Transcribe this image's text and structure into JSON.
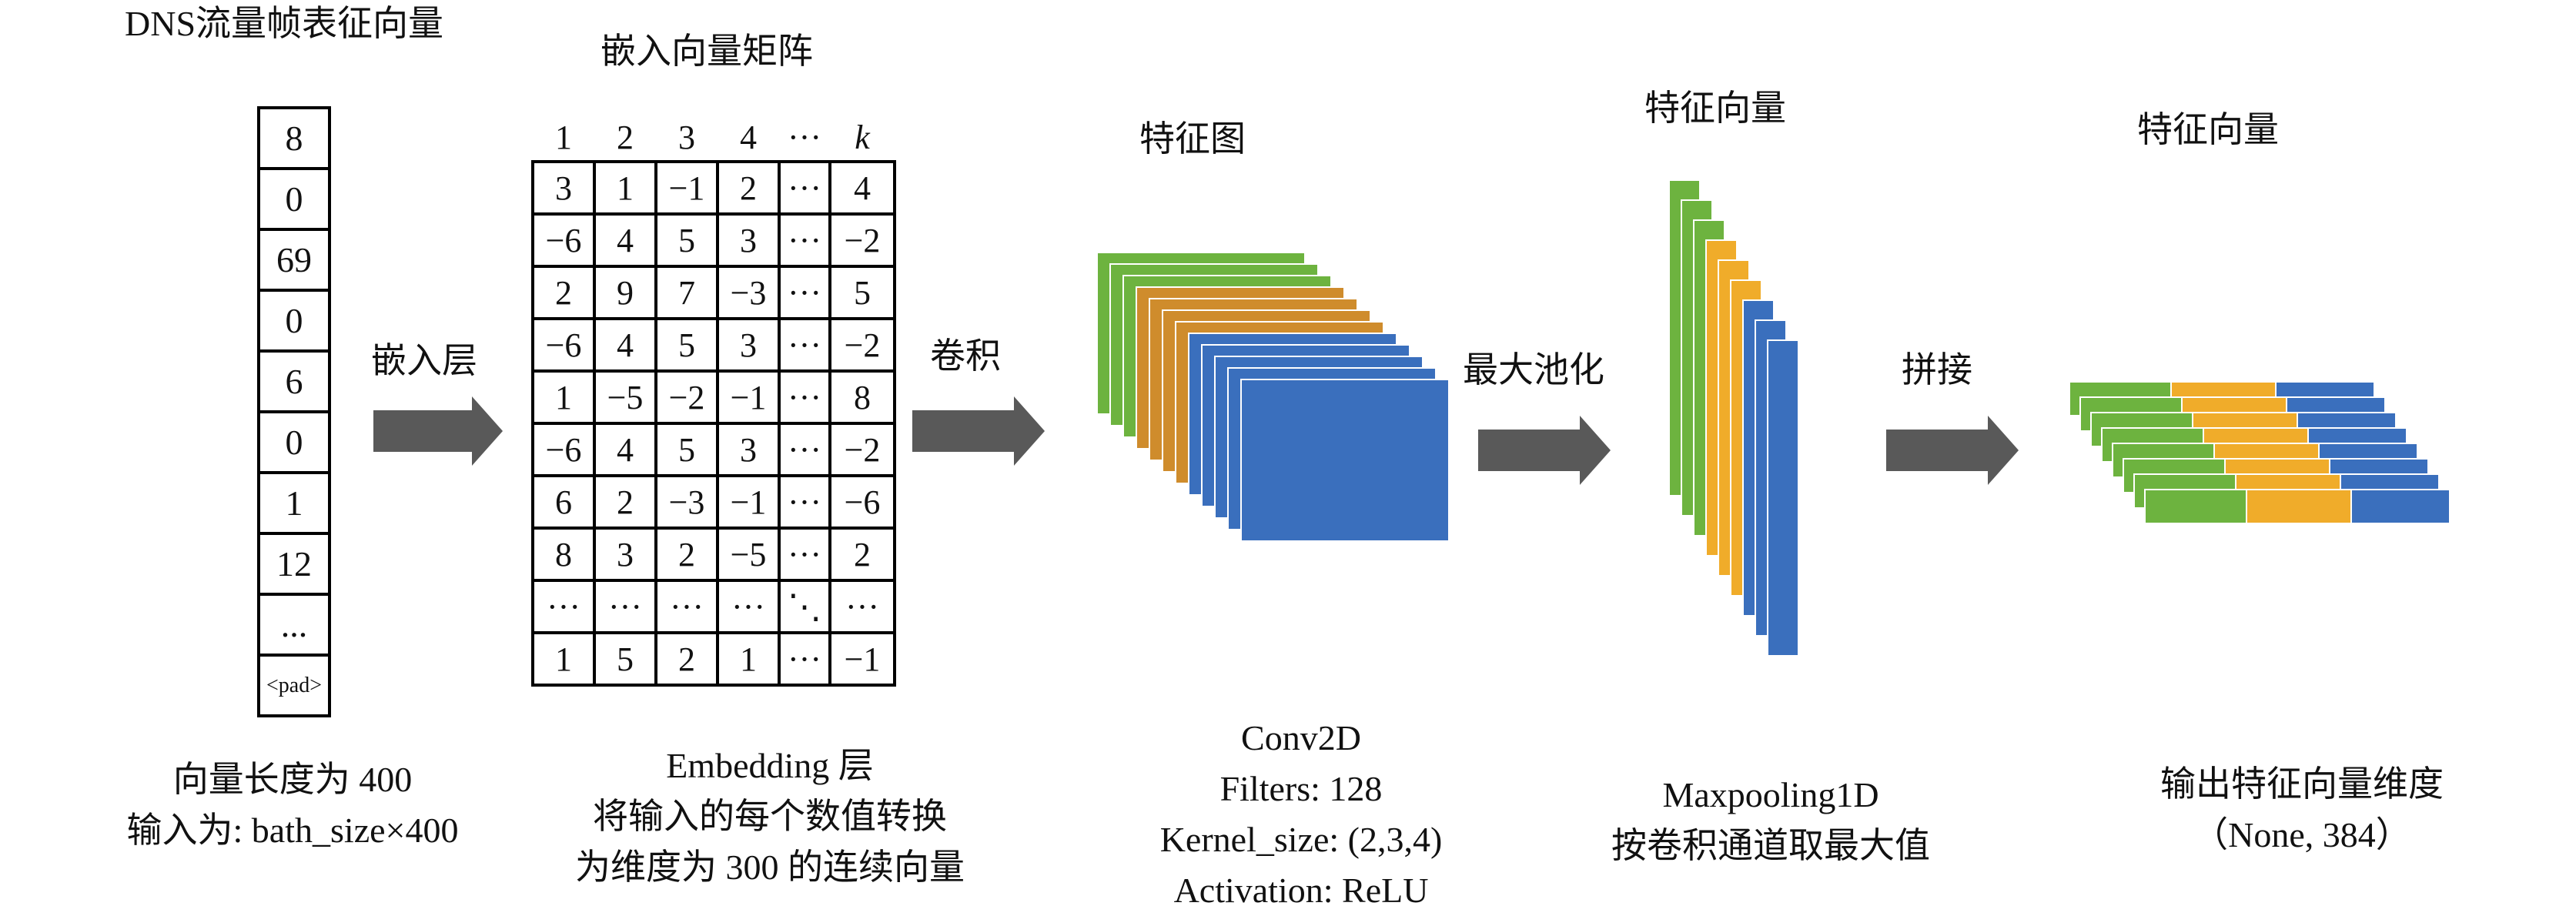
{
  "input_vector": {
    "title": "DNS流量帧表征向量",
    "values": [
      "8",
      "0",
      "69",
      "0",
      "6",
      "0",
      "1",
      "12",
      "...",
      "<pad>"
    ],
    "caption": [
      "向量长度为 400",
      "输入为: bath_size×400"
    ]
  },
  "embedding_matrix": {
    "title": "嵌入向量矩阵",
    "columns": [
      "1",
      "2",
      "3",
      "4",
      "···",
      "k"
    ],
    "rows": [
      [
        "3",
        "1",
        "−1",
        "2",
        "···",
        "4"
      ],
      [
        "−6",
        "4",
        "5",
        "3",
        "···",
        "−2"
      ],
      [
        "2",
        "9",
        "7",
        "−3",
        "···",
        "5"
      ],
      [
        "−6",
        "4",
        "5",
        "3",
        "···",
        "−2"
      ],
      [
        "1",
        "−5",
        "−2",
        "−1",
        "···",
        "8"
      ],
      [
        "−6",
        "4",
        "5",
        "3",
        "···",
        "−2"
      ],
      [
        "6",
        "2",
        "−3",
        "−1",
        "···",
        "−6"
      ],
      [
        "8",
        "3",
        "2",
        "−5",
        "···",
        "2"
      ],
      [
        "···",
        "···",
        "···",
        "···",
        "⋱",
        "···"
      ],
      [
        "1",
        "5",
        "2",
        "1",
        "···",
        "−1"
      ]
    ],
    "caption": [
      "Embedding 层",
      "将输入的每个数值转换",
      "为维度为 300 的连续向量"
    ]
  },
  "arrows": {
    "embed": "嵌入层",
    "conv": "卷积",
    "pool": "最大池化",
    "concat": "拼接"
  },
  "feature_map": {
    "title": "特征图",
    "caption": [
      "Conv2D",
      "Filters: 128",
      "Kernel_size: (2,3,4)",
      "Activation: ReLU"
    ]
  },
  "pooled_vector": {
    "title": "特征向量",
    "caption": [
      "Maxpooling1D",
      "按卷积通道取最大值"
    ]
  },
  "output_vector": {
    "title": "特征向量",
    "caption": [
      "输出特征向量维度",
      "（None, 384）"
    ]
  },
  "colors": {
    "green": "#6db33f",
    "orange": "#cf8c2c",
    "yellow": "#f0ac2a",
    "blue": "#3a6fbd",
    "arrow": "#595959",
    "stroke": "#ffffff"
  }
}
